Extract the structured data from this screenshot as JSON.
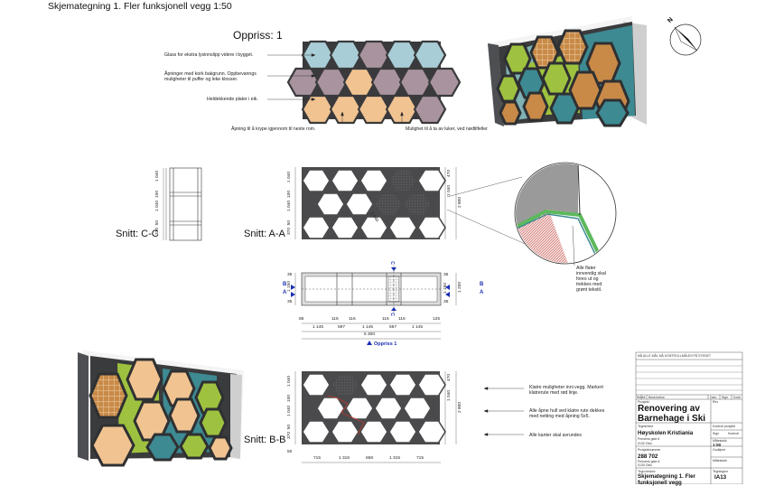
{
  "drawing_title": "Skjemategning 1. Fler funksjonell vegg 1:50",
  "elevation_title": "Oppriss: 1",
  "annotations_elevation": {
    "glass": "Glass for ekstra lysinnslipp videre i bygget.",
    "openings_line1": "Åpninger med kork bakgrunn. Oppbevarings",
    "openings_line2": "muligheter til puffer og leke klosser.",
    "oak": "Heldekkende plater i eik.",
    "crawl": "Åpning til å krype igjennom til neste rom.",
    "hatches": "Mulighet til å ta av luker, ved nødtilfeller"
  },
  "section_labels": {
    "cc": "Snitt: C-C",
    "aa": "Snitt: A-A",
    "bb": "Snitt: B-B"
  },
  "detail_note": [
    "Alle flater",
    "innvendig skal",
    "fores ut og",
    "trekkes med",
    "grønt tekstil."
  ],
  "annotations_bb": {
    "climb_line1": "Klatre muligheter inni vegg. Markert",
    "climb_line2": "klatrerute med rød linje.",
    "net_line1": "Alle åpne hull ved klatre rute dekkes",
    "net_line2": "med netting med åpning 5x5.",
    "round": "Alle kanter skal avrundes"
  },
  "dims_cc": [
    "1 040",
    "100",
    "1 040",
    "50",
    "370"
  ],
  "dims_aa_left": [
    "1 040",
    "100",
    "1 040",
    "50",
    "370"
  ],
  "dims_aa_right": [
    "470",
    "1 040",
    "2 800"
  ],
  "dim_aa_inner": "1 040",
  "dims_plan_left": [
    "35",
    "1 150",
    "35"
  ],
  "dims_plan_right": "1 200",
  "dims_plan_top": [
    "85",
    "116",
    "116",
    "116",
    "116",
    "125"
  ],
  "dims_plan_mid": [
    "1 145",
    "597",
    "1 145",
    "597",
    "1 145"
  ],
  "dim_plan_total": "5 300",
  "plan_marks": {
    "a": "A",
    "b": "B",
    "c": "C",
    "oppriss": "Oppriss 1"
  },
  "dims_bb_left": [
    "1 040",
    "100",
    "1 040",
    "50",
    "370"
  ],
  "dims_bb_right": [
    "470",
    "1 040",
    "2 800"
  ],
  "dims_bb_bottom_left": "50",
  "dims_bb_bottom": [
    "715",
    "1 315",
    "658",
    "1 315",
    "715"
  ],
  "north": "N",
  "title_block": {
    "check_note": "MÅ ALLE MÅL MÅ KONTROLLMÅLES PÅ STEDET",
    "col_headers": [
      "Rev",
      "Nr",
      "Beskrivelse",
      "Dato",
      "Sign",
      "Kontr"
    ],
    "project_label": "Prosjekt",
    "project_name_1": "Renovering av",
    "project_name_2": "Barnehage i Ski",
    "rev_label": "Rev",
    "designer_label": "Tegnerinne",
    "school": "Høyskolen Kristiania",
    "address_1": "Prinsens gate 6",
    "address_2": "0130 Oslo",
    "right_labels": [
      "Kontroll prosjekt",
      "Sign",
      "Kontroll",
      "Målestokk",
      "1:50",
      "Godkjent"
    ],
    "project_no_label": "Prosjektnummer",
    "project_no": "288 702",
    "address_3": "Prinsens gate 6",
    "address_4": "0130 Oslo",
    "sheet_title_label": "Tegn beskriv",
    "sheet_title_1": "Skjemategning 1. Fler",
    "sheet_title_2": "funksjonell vegg",
    "sheet_no_label": "Tegningsnr",
    "sheet_no": "IA13",
    "date_label": "Målestokk"
  },
  "colors": {
    "wood": "#f0c391",
    "wood_dark": "#c98a47",
    "mauve": "#a8939e",
    "glass": "#a9cdd6",
    "green": "#9ec23f",
    "teal": "#3d8a92",
    "frame": "#55575a"
  }
}
